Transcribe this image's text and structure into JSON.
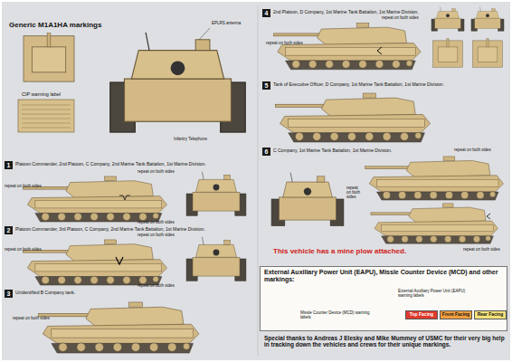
{
  "diagram": {
    "nodes": [
      {
        "text": [
          "1",
          "Platoon Commander, 2nd Platoon, C Company, 2nd Marine Tank Battalion, 1st Marine Division."
        ]
      },
      {
        "text": [
          "2",
          "Platoon Commander, 3rd Platoon, C Company, 2nd Marine Tank Battalion, 1st Marine Division."
        ]
      },
      {
        "text": [
          "3",
          "Unidentified B Company tank."
        ]
      },
      {
        "text": [
          "4",
          "2nd Platoon, D Company, 1st Marine Tank Battalion, 1st Marine Division."
        ]
      },
      {
        "text": [
          "5",
          "Tank of Executive Officer, D Company, 1st Marine Tank Battalion, 1st Marine Division."
        ]
      },
      {
        "text": [
          "6",
          "C Company, 1st Marine Tank Battalion, 1st Marine Division."
        ]
      },
      {
        "text": [
          "External Auxiliary Power Unit (EAPU), Missle Counter Device (MCD) and other markings:"
        ]
      },
      {
        "text": [
          "Top Facing"
        ],
        "in": 6
      },
      {
        "text": [
          "Front Facing"
        ],
        "in": 6
      },
      {
        "text": [
          "Rear Facing"
        ],
        "in": 6
      }
    ],
    "labels": [
      "Generic M1A1HA markings",
      "EPLRS antenna",
      "CIP warning label",
      "Infantry Telephone",
      "repeat on both sides",
      "repeat on both sides",
      "repeat on both sides",
      "repeat on both sides",
      "repeat on both sides",
      "repeat on both sides",
      "repeat on both sides",
      "repeat on both sides",
      "repeat on both sides",
      "repeat on both sides",
      "repeat on both sides",
      "repeat on both sides",
      "This vehicle has a mine plow attached.",
      "External Auxiliary Power Unit (EAPU) warning labels",
      "Missle Counter Device (MCD) warning labels",
      "Special thanks to Andreas J Elesky and Mike Mummey of USMC for their very big help in tracking down the vehicles and crews for their unique markings."
    ]
  }
}
